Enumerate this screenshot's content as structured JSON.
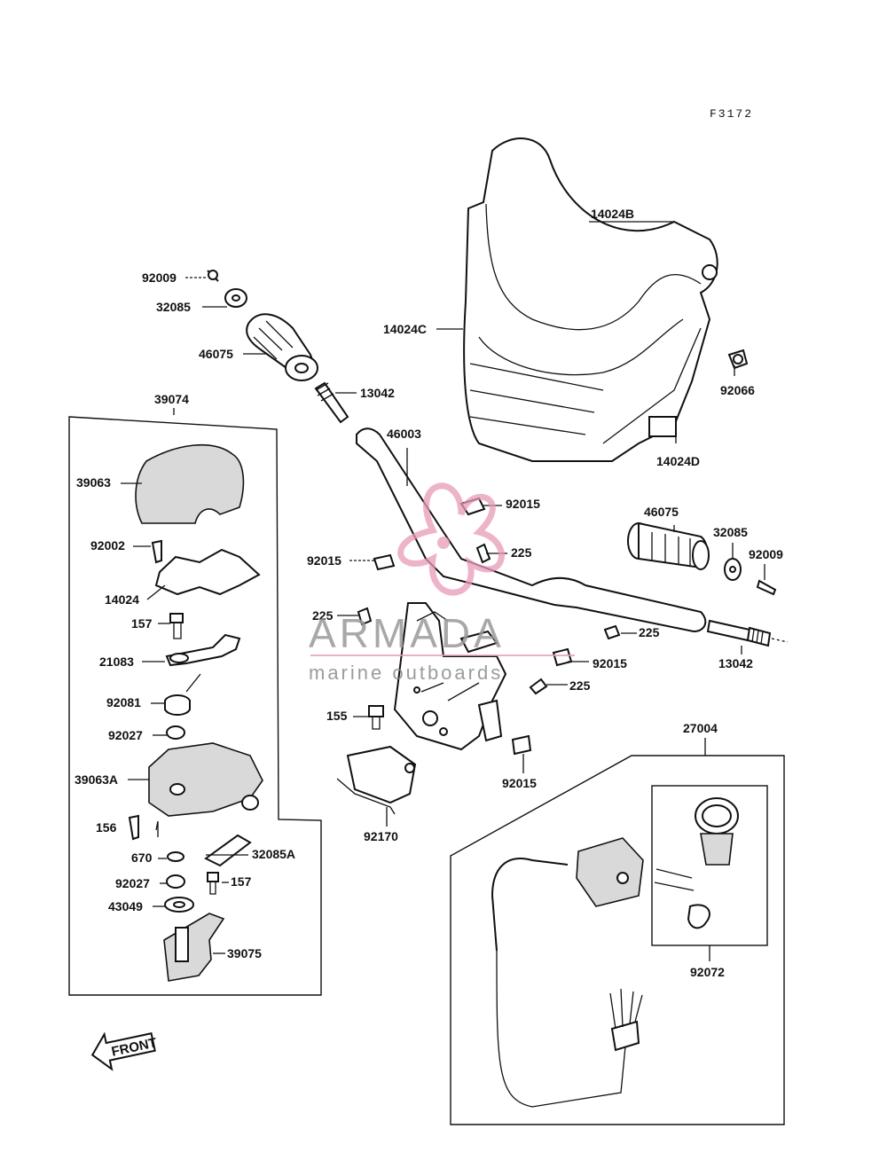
{
  "figure_code": "F3172",
  "watermark": {
    "brand": "ARMADA",
    "tagline": "marine outboards",
    "color": "#e89ab8"
  },
  "front_label": "FRONT",
  "parts": {
    "p92009a": "92009",
    "p32085a": "32085",
    "p46075a": "46075",
    "p13042a": "13042",
    "p14024B": "14024B",
    "p14024C": "14024C",
    "p92066": "92066",
    "p14024D": "14024D",
    "p39074": "39074",
    "p39063": "39063",
    "p92002": "92002",
    "p14024": "14024",
    "p157a": "157",
    "p21083": "21083",
    "p92081": "92081",
    "p92027a": "92027",
    "p39063A": "39063A",
    "p156": "156",
    "p670": "670",
    "p32085A": "32085A",
    "p92027b": "92027",
    "p157b": "157",
    "p43049": "43049",
    "p39075": "39075",
    "p46003": "46003",
    "p92015a": "92015",
    "p225a": "225",
    "p92015b": "92015",
    "p225b": "225",
    "p46075b": "46075",
    "p32085b": "32085",
    "p92009b": "92009",
    "p225c": "225",
    "p13042b": "13042",
    "p92015c": "92015",
    "p225d": "225",
    "p155": "155",
    "p92015d": "92015",
    "p92170": "92170",
    "p27004": "27004",
    "p92072": "92072"
  }
}
